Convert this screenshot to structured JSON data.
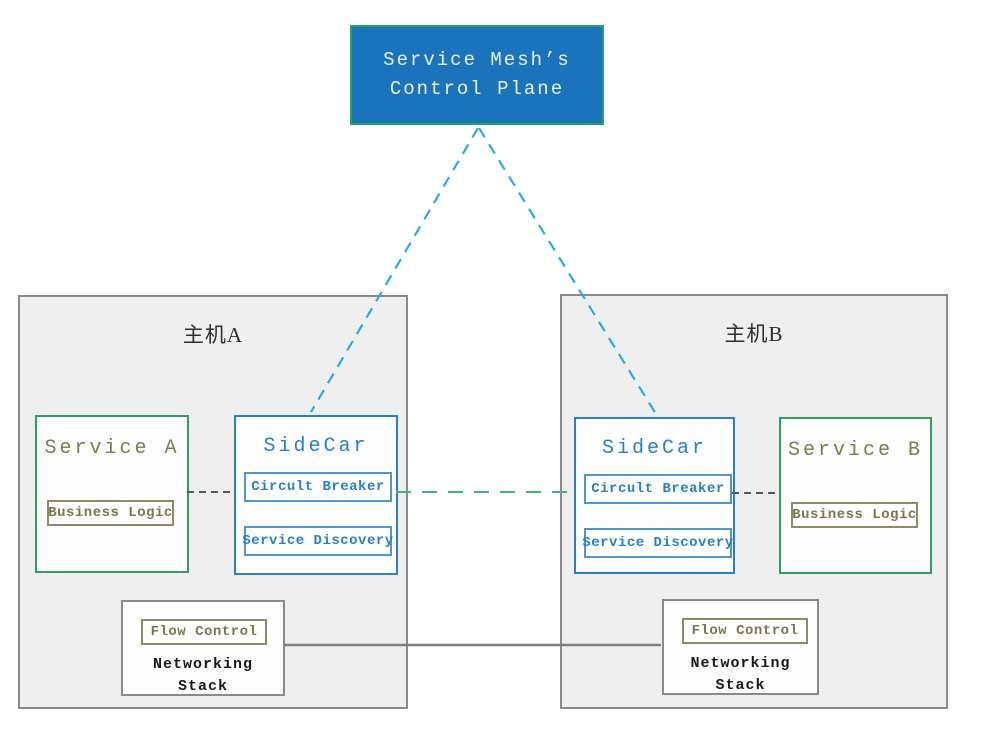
{
  "control_plane": {
    "line1": "Service Mesh’s",
    "line2": "Control Plane"
  },
  "host_a": {
    "title": "主机A",
    "service": {
      "title": "Service A",
      "component": "Business Logic"
    },
    "sidecar": {
      "title": "SideCar",
      "components": [
        "Circult Breaker",
        "Service Discovery"
      ]
    },
    "network": {
      "component": "Flow Control",
      "line1": "Networking",
      "line2": "Stack"
    }
  },
  "host_b": {
    "title": "主机B",
    "service": {
      "title": "Service B",
      "component": "Business Logic"
    },
    "sidecar": {
      "title": "SideCar",
      "components": [
        "Circult Breaker",
        "Service Discovery"
      ]
    },
    "network": {
      "component": "Flow Control",
      "line1": "Networking",
      "line2": "Stack"
    }
  },
  "colors": {
    "control_plane_fill": "#1b74bb",
    "control_plane_border": "#2aa063",
    "blue_accent": "#2b7fc3",
    "green_accent": "#2f9e63",
    "olive_accent": "#7a774f",
    "host_fill": "#f0efef",
    "host_border": "#8a8a8a",
    "cyan_link": "#2fa8dc",
    "green_link": "#3cb878",
    "dark_link": "#555555",
    "gray_link": "#7f7f7f"
  }
}
